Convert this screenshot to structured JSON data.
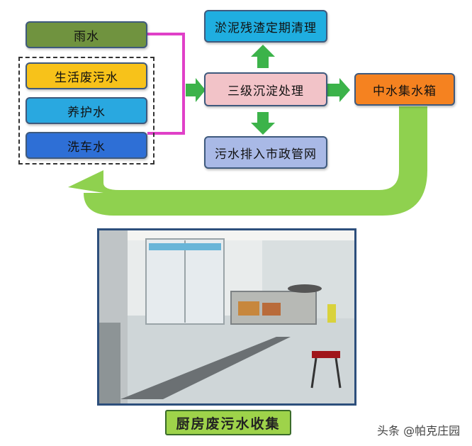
{
  "sources": [
    {
      "label": "雨水",
      "color": "#70933f"
    },
    {
      "label": "生活废污水",
      "color": "#f7c21a"
    },
    {
      "label": "养护水",
      "color": "#29a8e0"
    },
    {
      "label": "洗车水",
      "color": "#2e6fd6"
    }
  ],
  "process": {
    "label": "三级沉淀处理",
    "color": "#f2c3c8"
  },
  "sludge": {
    "label": "淤泥残渣定期清理",
    "color": "#1faee0"
  },
  "discharge": {
    "label": "污水排入市政管网",
    "color": "#a9b9e6"
  },
  "tank": {
    "label": "中水集水箱",
    "color": "#f58220"
  },
  "caption": "厨房废污水收集",
  "watermark": "头条 @帕克庄园",
  "colors": {
    "arrow": "#3cb34a",
    "return_arrow": "#8fd14f",
    "bracket": "#e040c8"
  },
  "photo_icon": "kitchen-photo"
}
